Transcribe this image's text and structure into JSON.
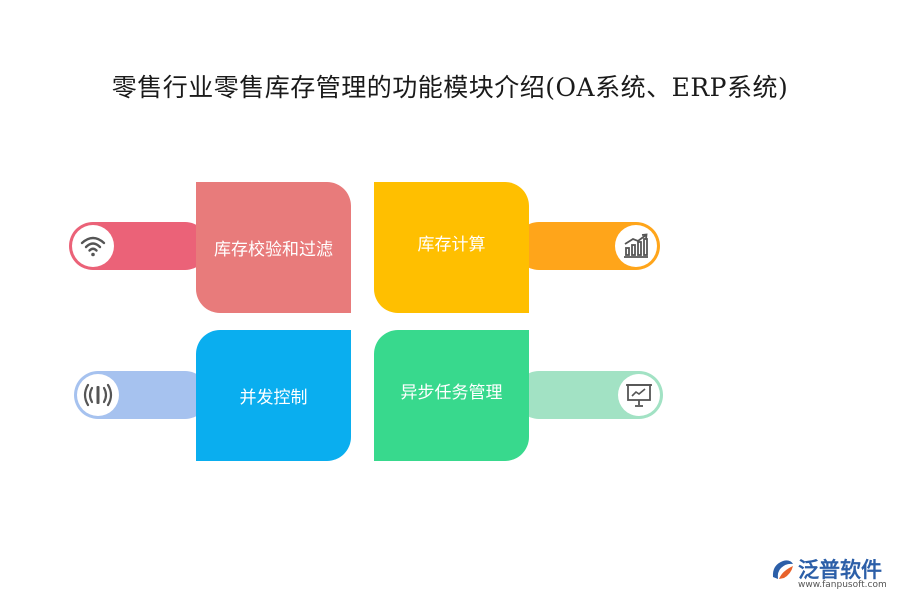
{
  "title": "零售行业零售库存管理的功能模块介绍(OA系统、ERP系统)",
  "modules": [
    {
      "label": "库存校验和过滤",
      "color": "#E87B7B",
      "tab_color": "#EB6278",
      "icon": "wifi-icon"
    },
    {
      "label": "库存计算",
      "color": "#FFBF00",
      "tab_color": "#FFA51A",
      "icon": "bar-chart-icon"
    },
    {
      "label": "并发控制",
      "color": "#0AAEEF",
      "tab_color": "#A6C2EF",
      "icon": "signal-icon"
    },
    {
      "label": "异步任务管理",
      "color": "#38D98D",
      "tab_color": "#A2E2C4",
      "icon": "presentation-icon"
    }
  ],
  "logo": {
    "name": "泛普软件",
    "url": "www.fanpusoft.com"
  }
}
